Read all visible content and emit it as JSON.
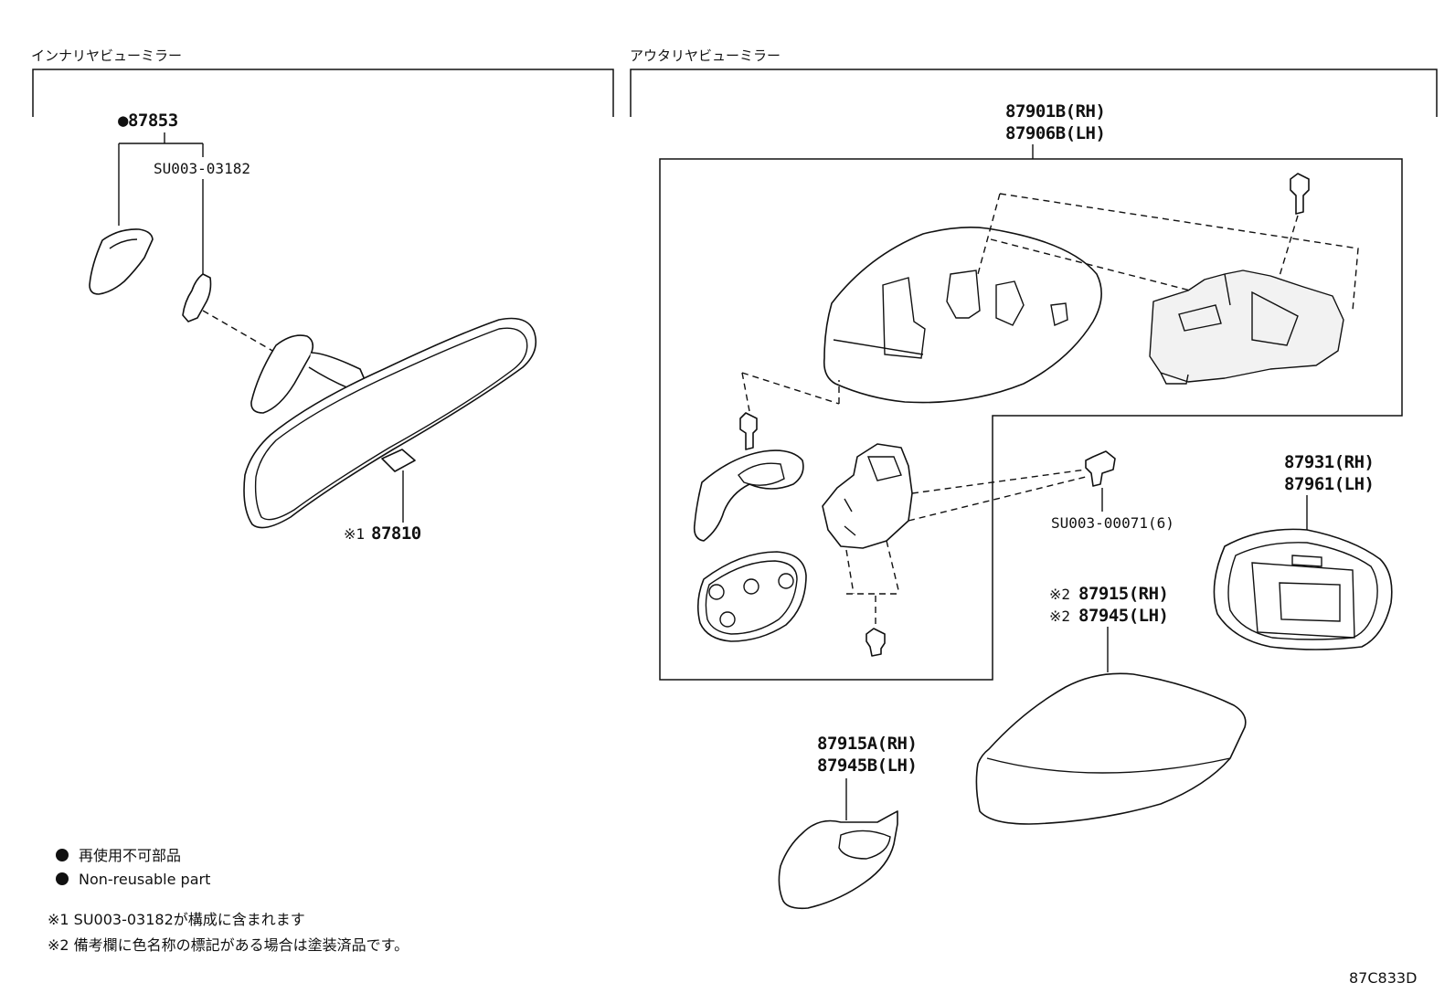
{
  "sections": {
    "inner": {
      "title": "インナリヤビューミラー"
    },
    "outer": {
      "title": "アウタリヤビューミラー"
    }
  },
  "callouts": {
    "c87853": "●87853",
    "su003_03182": "SU003-03182",
    "c87810_mark": "※1",
    "c87810": "87810",
    "c87901b": "87901B(RH)",
    "c87906b": "87906B(LH)",
    "su003_00071": "SU003-00071(6)",
    "c87931": "87931(RH)",
    "c87961": "87961(LH)",
    "c87915_mark": "※2",
    "c87915": "87915(RH)",
    "c87945_mark": "※2",
    "c87945": "87945(LH)",
    "c87915a": "87915A(RH)",
    "c87945b": "87945B(LH)"
  },
  "legend": {
    "jp": "再使用不可部品",
    "en": "Non-reusable part"
  },
  "notes": {
    "n1": "※1 SU003-03182が構成に含まれます",
    "n2": "※2 備考欄に色名称の標記がある場合は塗装済品です。"
  },
  "diagram_code": "87C833D"
}
